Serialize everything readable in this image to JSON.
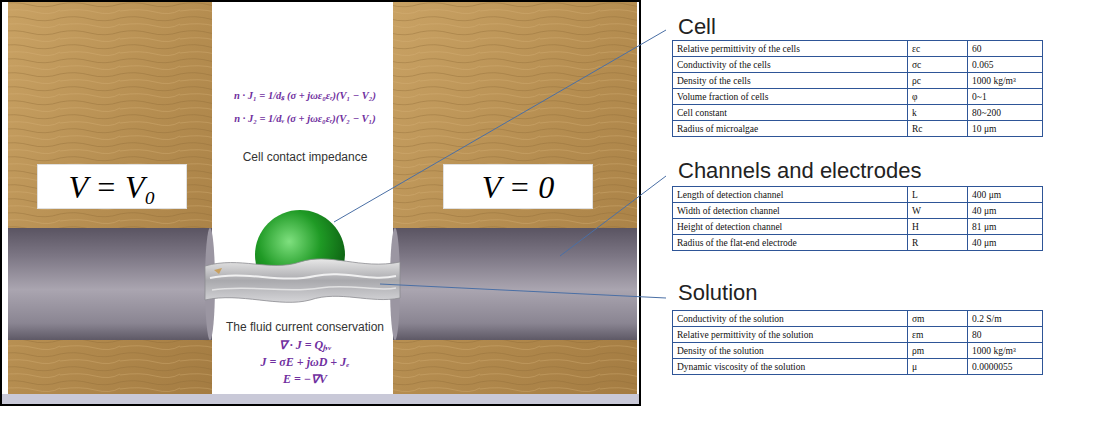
{
  "diagram": {
    "nodes": [
      {
        "text": [
          "V = V₀"
        ]
      },
      {
        "text": [
          "V = 0"
        ]
      }
    ],
    "labels": [
      "n · J₁ = 1/dₛ (σ + jωε₀εᵣ)(V₁ − V₂)",
      "n · J₂ = 1/dᵥ (σ + jωε₀εᵣ)(V₂ − V₁)",
      "Cell contact impedance",
      "The fluid current conservation",
      "∇ · J = Qⱼ,ᵥ",
      "J = σE + jωD + Jₑ",
      "E = −∇V",
      "Cell",
      "Relative permittivity of the cells",
      "εc",
      "60",
      "Conductivity of the cells",
      "σc",
      "0.065",
      "Density of the cells",
      "ρc",
      "1000 kg/m³",
      "Volume fraction of cells",
      "φ",
      "0~1",
      "Cell constant",
      "k",
      "80~200",
      "Radius of microalgae",
      "Rc",
      "10 μm",
      "Channels and electrodes",
      "Length of detection channel",
      "L",
      "400 μm",
      "Width of detection channel",
      "W",
      "40 μm",
      "Height of detection channel",
      "H",
      "81 μm",
      "Radius of the flat-end electrode",
      "R",
      "40 μm",
      "Solution",
      "Conductivity of the solution",
      "σm",
      "0.2 S/m",
      "Relative permittivity of the solution",
      "εm",
      "80",
      "Density of the solution",
      "ρm",
      "1000 kg/m³",
      "Dynamic viscosity of the solution",
      "μ",
      "0.0000055"
    ]
  }
}
